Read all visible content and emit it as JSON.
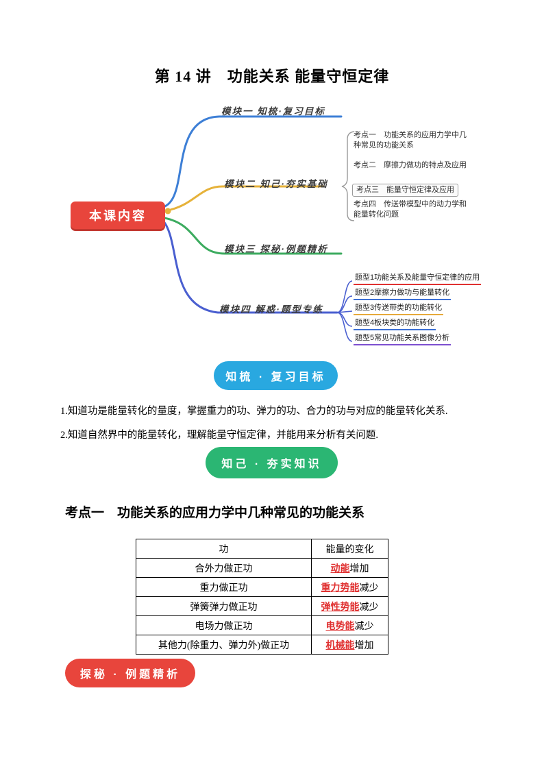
{
  "title": "第 14 讲　功能关系 能量守恒定律",
  "mindmap": {
    "center": "本课内容",
    "branches": [
      "模块一 知梳·复习目标",
      "模块二 知己·夯实基础",
      "模块三 探秘·例题精析",
      "模块四 解惑·题型专练"
    ],
    "kaodian": [
      "考点一　功能关系的应用力学中几种常见的功能关系",
      "考点二　摩擦力做功的特点及应用",
      "考点三　能量守恒定律及应用",
      "考点四　传送带模型中的动力学和能量转化问题"
    ],
    "tixing": [
      "题型1功能关系及能量守恒定律的应用",
      "题型2摩擦力做功与能量转化",
      "题型3传送带类的功能转化",
      "题型4板块类的功能转化",
      "题型5常见功能关系图像分析"
    ]
  },
  "pills": {
    "review": "知梳 · 复习目标",
    "solid": "知己 · 夯实知识",
    "explore": "探秘 · 例题精析"
  },
  "objectives": [
    "1.知道功是能量转化的量度，掌握重力的功、弹力的功、合力的功与对应的能量转化关系.",
    "2.知道自然界中的能量转化，理解能量守恒定律，并能用来分析有关问题."
  ],
  "section": {
    "heading": "考点一　功能关系的应用力学中几种常见的功能关系"
  },
  "table": {
    "headers": [
      "功",
      "能量的变化"
    ],
    "rows": [
      {
        "work": "合外力做正功",
        "term": "动能",
        "suffix": "增加"
      },
      {
        "work": "重力做正功",
        "term": "重力势能",
        "suffix": "减少"
      },
      {
        "work": "弹簧弹力做正功",
        "term": "弹性势能",
        "suffix": "减少"
      },
      {
        "work": "电场力做正功",
        "term": "电势能",
        "suffix": "减少"
      },
      {
        "work": "其他力(除重力、弹力外)做正功",
        "term": "机械能",
        "suffix": "增加"
      }
    ]
  },
  "colors": {
    "center_node": "#e8453c",
    "branch_blue": "#3d7fd6",
    "branch_yellow": "#e6b23a",
    "branch_green": "#3cab5f",
    "branch_indigo": "#4a5fd0",
    "pill_blue": "#29a8e0",
    "pill_green": "#2bb673",
    "pill_red": "#e8453c",
    "highlight_red": "#e03131"
  }
}
